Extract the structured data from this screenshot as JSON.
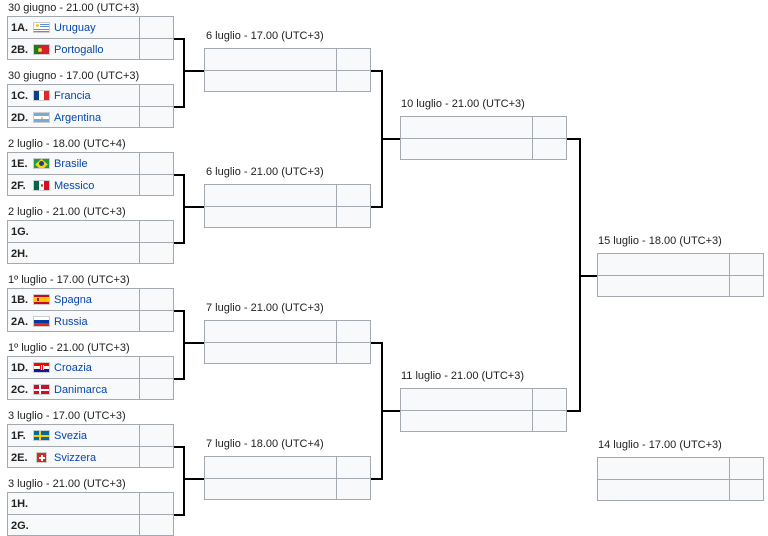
{
  "round_of_16": [
    {
      "date": "30 giugno - 21.00 (UTC+3)",
      "teams": [
        {
          "seed": "1A.",
          "name": "Uruguay",
          "flag": "uruguay-flag"
        },
        {
          "seed": "2B.",
          "name": "Portogallo",
          "flag": "portugal-flag"
        }
      ]
    },
    {
      "date": "30 giugno - 17.00 (UTC+3)",
      "teams": [
        {
          "seed": "1C.",
          "name": "Francia",
          "flag": "france-flag"
        },
        {
          "seed": "2D.",
          "name": "Argentina",
          "flag": "argentina-flag"
        }
      ]
    },
    {
      "date": "2 luglio - 18.00 (UTC+4)",
      "teams": [
        {
          "seed": "1E.",
          "name": "Brasile",
          "flag": "brazil-flag"
        },
        {
          "seed": "2F.",
          "name": "Messico",
          "flag": "mexico-flag"
        }
      ]
    },
    {
      "date": "2 luglio - 21.00 (UTC+3)",
      "teams": [
        {
          "seed": "1G.",
          "name": "",
          "flag": ""
        },
        {
          "seed": "2H.",
          "name": "",
          "flag": ""
        }
      ]
    },
    {
      "date": "1º luglio - 17.00 (UTC+3)",
      "teams": [
        {
          "seed": "1B.",
          "name": "Spagna",
          "flag": "spain-flag"
        },
        {
          "seed": "2A.",
          "name": "Russia",
          "flag": "russia-flag"
        }
      ]
    },
    {
      "date": "1º luglio - 21.00 (UTC+3)",
      "teams": [
        {
          "seed": "1D.",
          "name": "Croazia",
          "flag": "croatia-flag"
        },
        {
          "seed": "2C.",
          "name": "Danimarca",
          "flag": "denmark-flag"
        }
      ]
    },
    {
      "date": "3 luglio - 17.00 (UTC+3)",
      "teams": [
        {
          "seed": "1F.",
          "name": "Svezia",
          "flag": "sweden-flag"
        },
        {
          "seed": "2E.",
          "name": "Svizzera",
          "flag": "switzerland-flag"
        }
      ]
    },
    {
      "date": "3 luglio - 21.00 (UTC+3)",
      "teams": [
        {
          "seed": "1H.",
          "name": "",
          "flag": ""
        },
        {
          "seed": "2G.",
          "name": "",
          "flag": ""
        }
      ]
    }
  ],
  "quarterfinals": [
    {
      "date": "6 luglio - 17.00 (UTC+3)"
    },
    {
      "date": "6 luglio - 21.00 (UTC+3)"
    },
    {
      "date": "7 luglio - 21.00 (UTC+3)"
    },
    {
      "date": "7 luglio - 18.00 (UTC+4)"
    }
  ],
  "semifinals": [
    {
      "date": "10 luglio - 21.00 (UTC+3)"
    },
    {
      "date": "11 luglio - 21.00 (UTC+3)"
    }
  ],
  "final": {
    "date": "15 luglio - 18.00 (UTC+3)"
  },
  "third_place": {
    "date": "14 luglio - 17.00 (UTC+3)"
  },
  "colors": {
    "link": "#0645ad",
    "border": "#a2a9b1",
    "cell": "#f8f9fa",
    "line": "#000000"
  }
}
